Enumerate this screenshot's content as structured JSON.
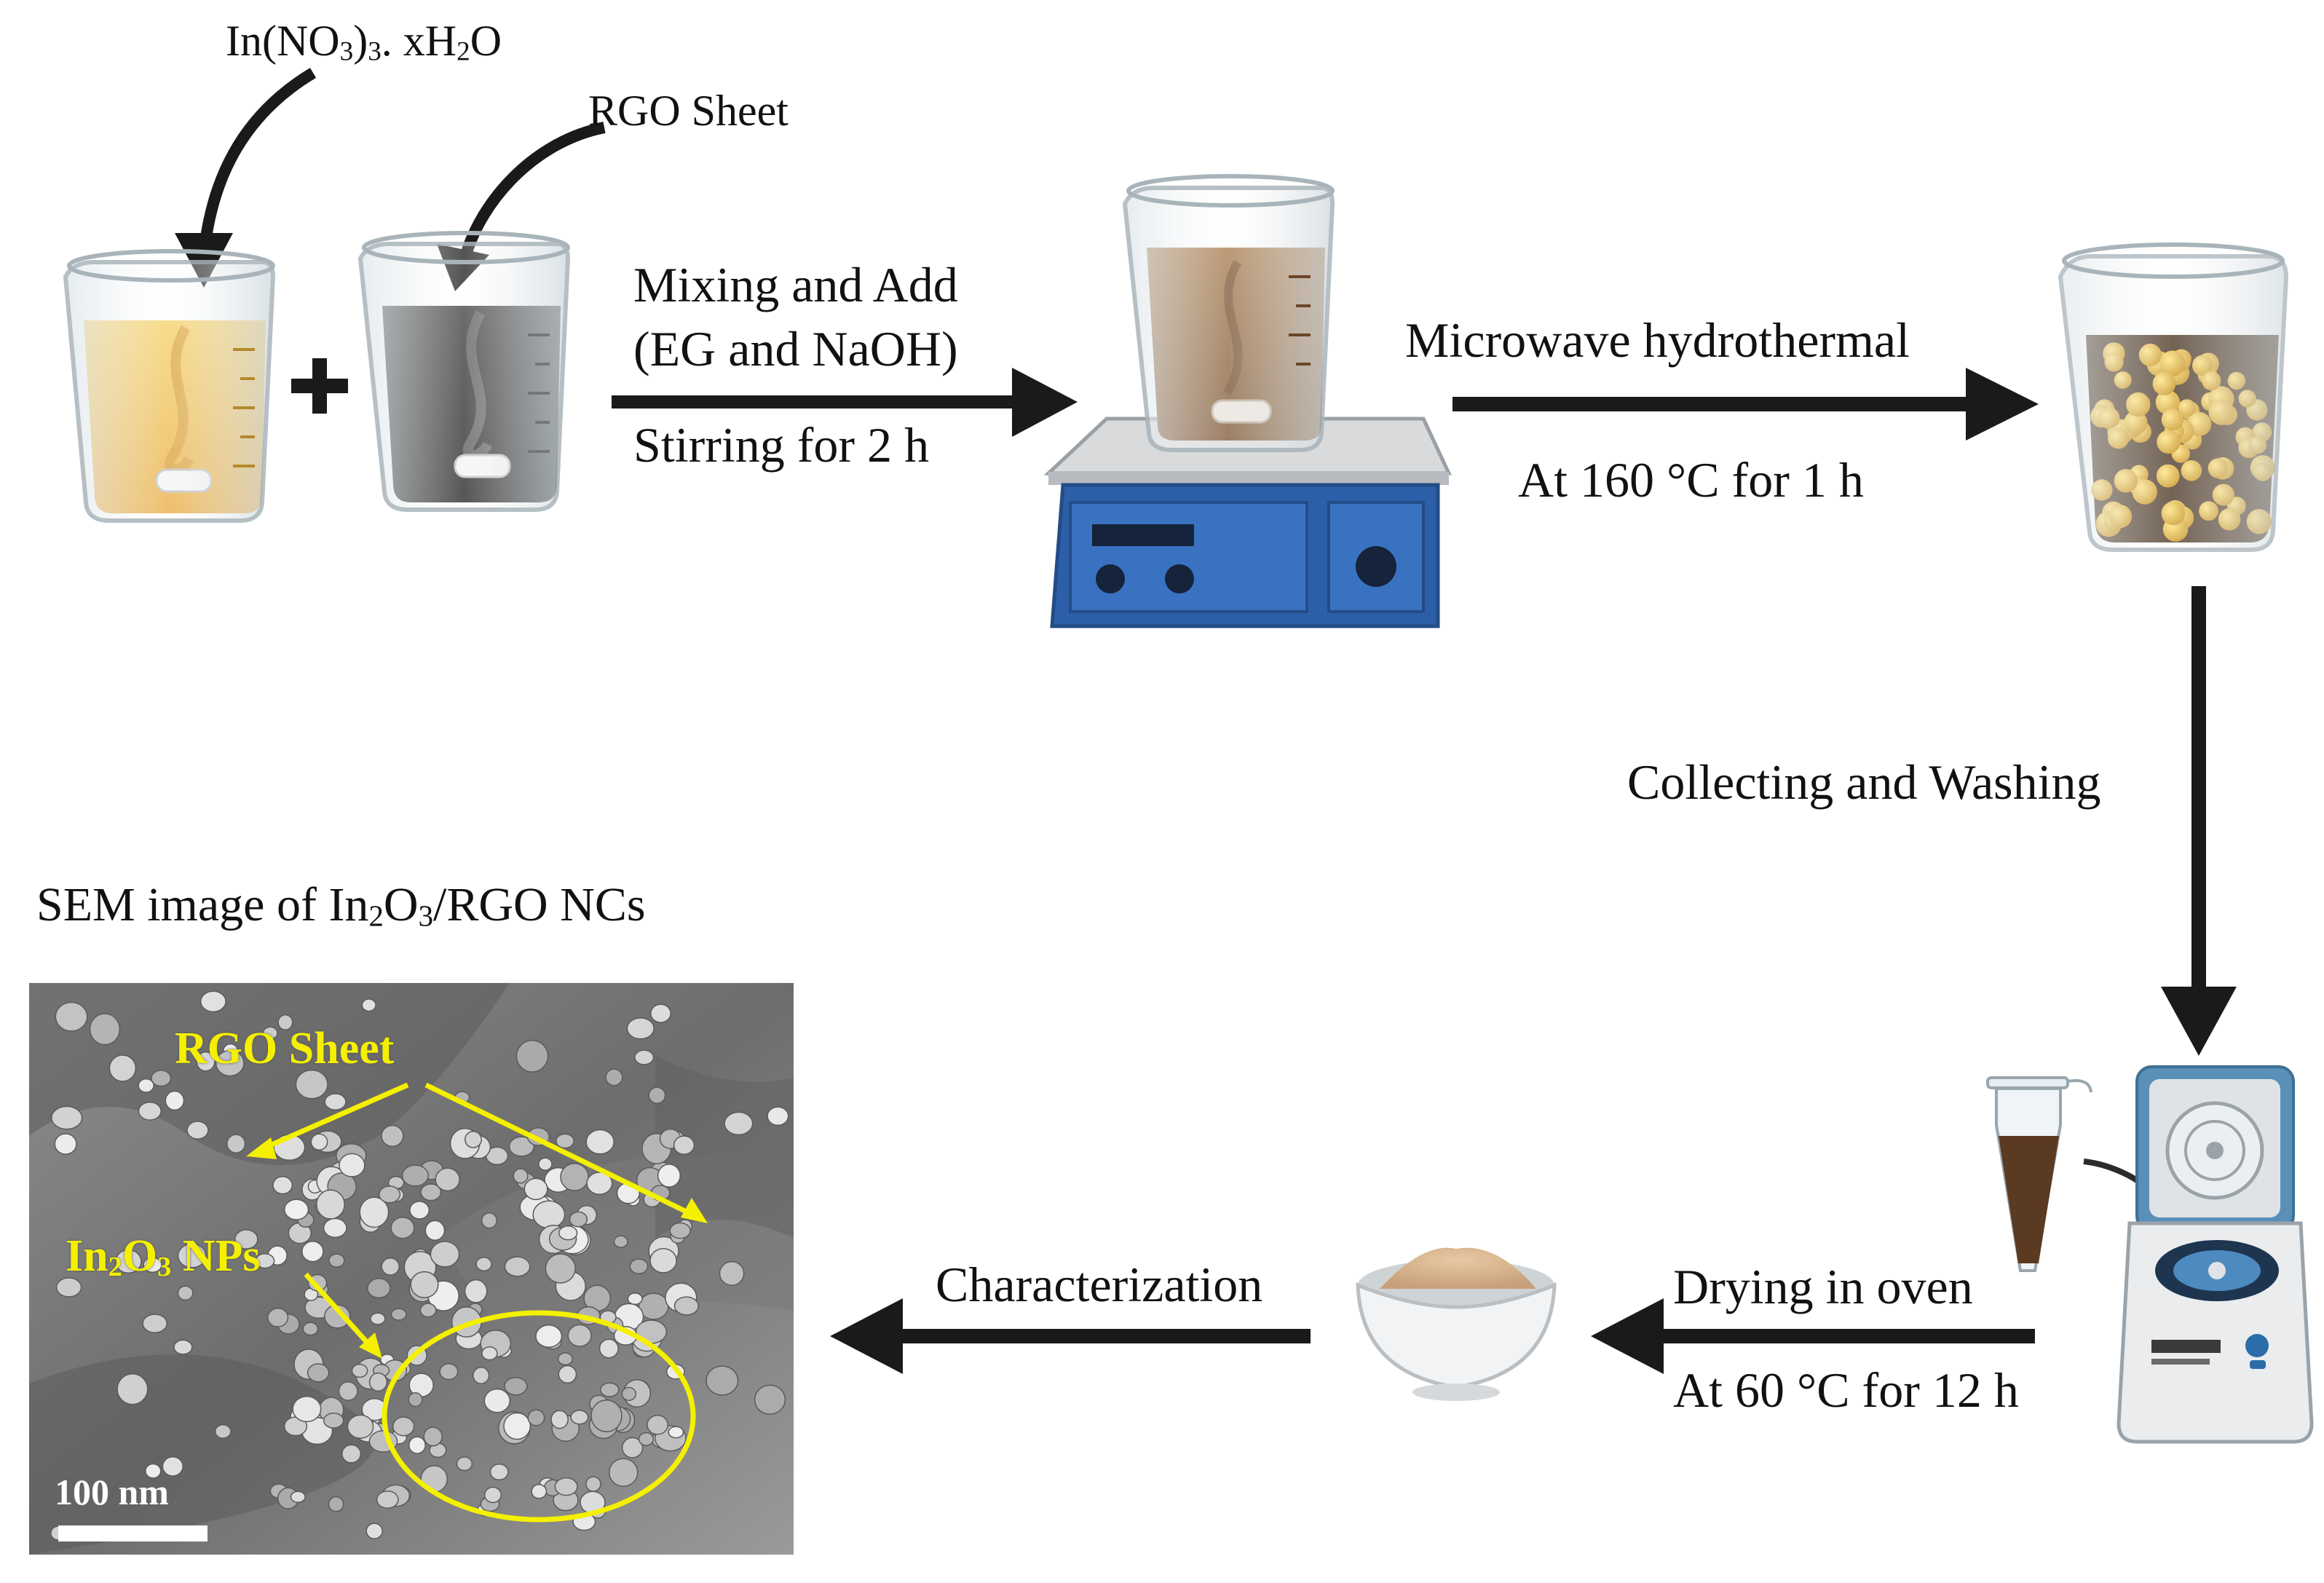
{
  "labels": {
    "indium_nitrate": {
      "pre": "In(NO",
      "sub1": "3",
      "mid": ")",
      "sub2": "3",
      "post": ". xH",
      "sub3": "2",
      "tail": "O"
    },
    "rgo_sheet": "RGO Sheet",
    "mixing_line1": "Mixing and Add",
    "mixing_line2": "(EG and NaOH)",
    "stirring": "Stirring for 2 h",
    "microwave": "Microwave hydrothermal",
    "temperature_1": "At 160 °C for 1 h",
    "collecting": "Collecting and Washing",
    "drying": "Drying in oven",
    "temperature_2": "At 60 °C for 12 h",
    "characterization": "Characterization",
    "sem_title": {
      "pre": "SEM image of In",
      "sub1": "2",
      "mid": "O",
      "sub2": "3",
      "post": "/RGO NCs"
    },
    "sem_rgo": "RGO Sheet",
    "sem_nps": {
      "pre": "In",
      "sub1": "2",
      "mid": "O",
      "sub2": "3",
      "post": " NPs"
    },
    "scale_bar": "100 nm"
  },
  "icons": [
    "beaker-yellow-icon",
    "beaker-black-icon",
    "plus-icon",
    "hotplate-stirrer-icon",
    "beaker-nanoparticles-icon",
    "eppendorf-tube-icon",
    "centrifuge-icon",
    "bowl-powder-icon",
    "sem-micrograph"
  ],
  "colors": {
    "arrow": "#1a1a1a",
    "solution_yellow": "#f2c14e",
    "solution_black": "#2b2b2b",
    "solution_brown": "#8a6035",
    "hotplate_blue": "#2d5fa8",
    "nanoparticle_gold": "#e9b62a",
    "sem_annotation": "#f4f000"
  }
}
